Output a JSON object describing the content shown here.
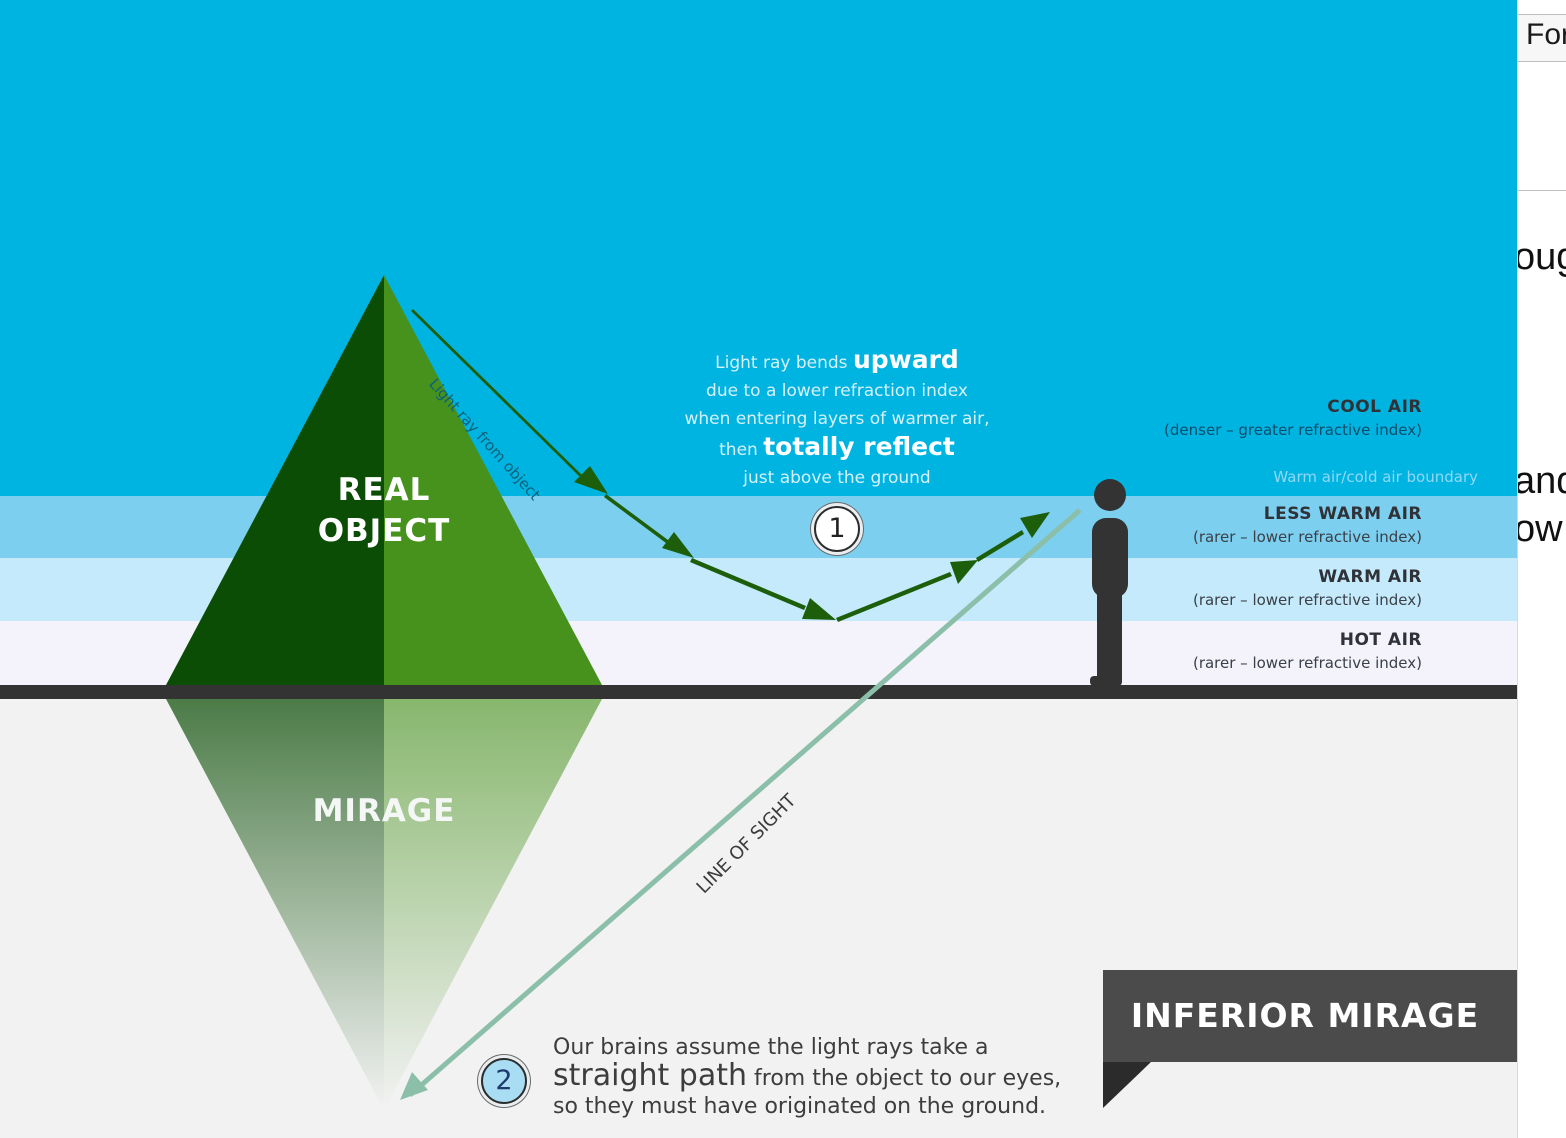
{
  "diagram": {
    "objects": {
      "real": [
        "REAL",
        "OBJECT"
      ],
      "mirage": "MIRAGE"
    },
    "layers": [
      {
        "name": "COOL AIR",
        "desc": "(denser – greater refractive index)"
      },
      {
        "name": "LESS WARM AIR",
        "desc": "(rarer – lower refractive index)"
      },
      {
        "name": "WARM AIR",
        "desc": "(rarer – lower refractive index)"
      },
      {
        "name": "HOT AIR",
        "desc": "(rarer – lower refractive index)"
      }
    ],
    "boundary_label": "Warm air/cold air boundary",
    "ray_label": "Light ray from object",
    "line_of_sight_label": "LINE OF SIGHT",
    "step1": {
      "number": "1",
      "text_a": "Light ray bends ",
      "emph_a": "upward",
      "text_b": "due to a lower refraction index",
      "text_c": "when entering layers of warmer air,",
      "text_d": "then ",
      "emph_b": "totally reflect",
      "text_e": "just above the ground"
    },
    "step2": {
      "number": "2",
      "text_a": "Our brains assume the light rays take a ",
      "emph": "straight path",
      "text_b": " from the object to our eyes, so they must have originated on the ground."
    },
    "banner": "INFERIOR MIRAGE",
    "colors": {
      "sky": "#00b4e2",
      "pyramid_dark": "#0b4d05",
      "pyramid_light": "#46921c",
      "ray": "#1c5e0a",
      "line_of_sight": "#8cbfaa",
      "ground": "#333333",
      "person": "#333333"
    }
  },
  "side_panel": {
    "top_text": "For",
    "fragments": [
      "oug",
      "and",
      "ow"
    ]
  }
}
